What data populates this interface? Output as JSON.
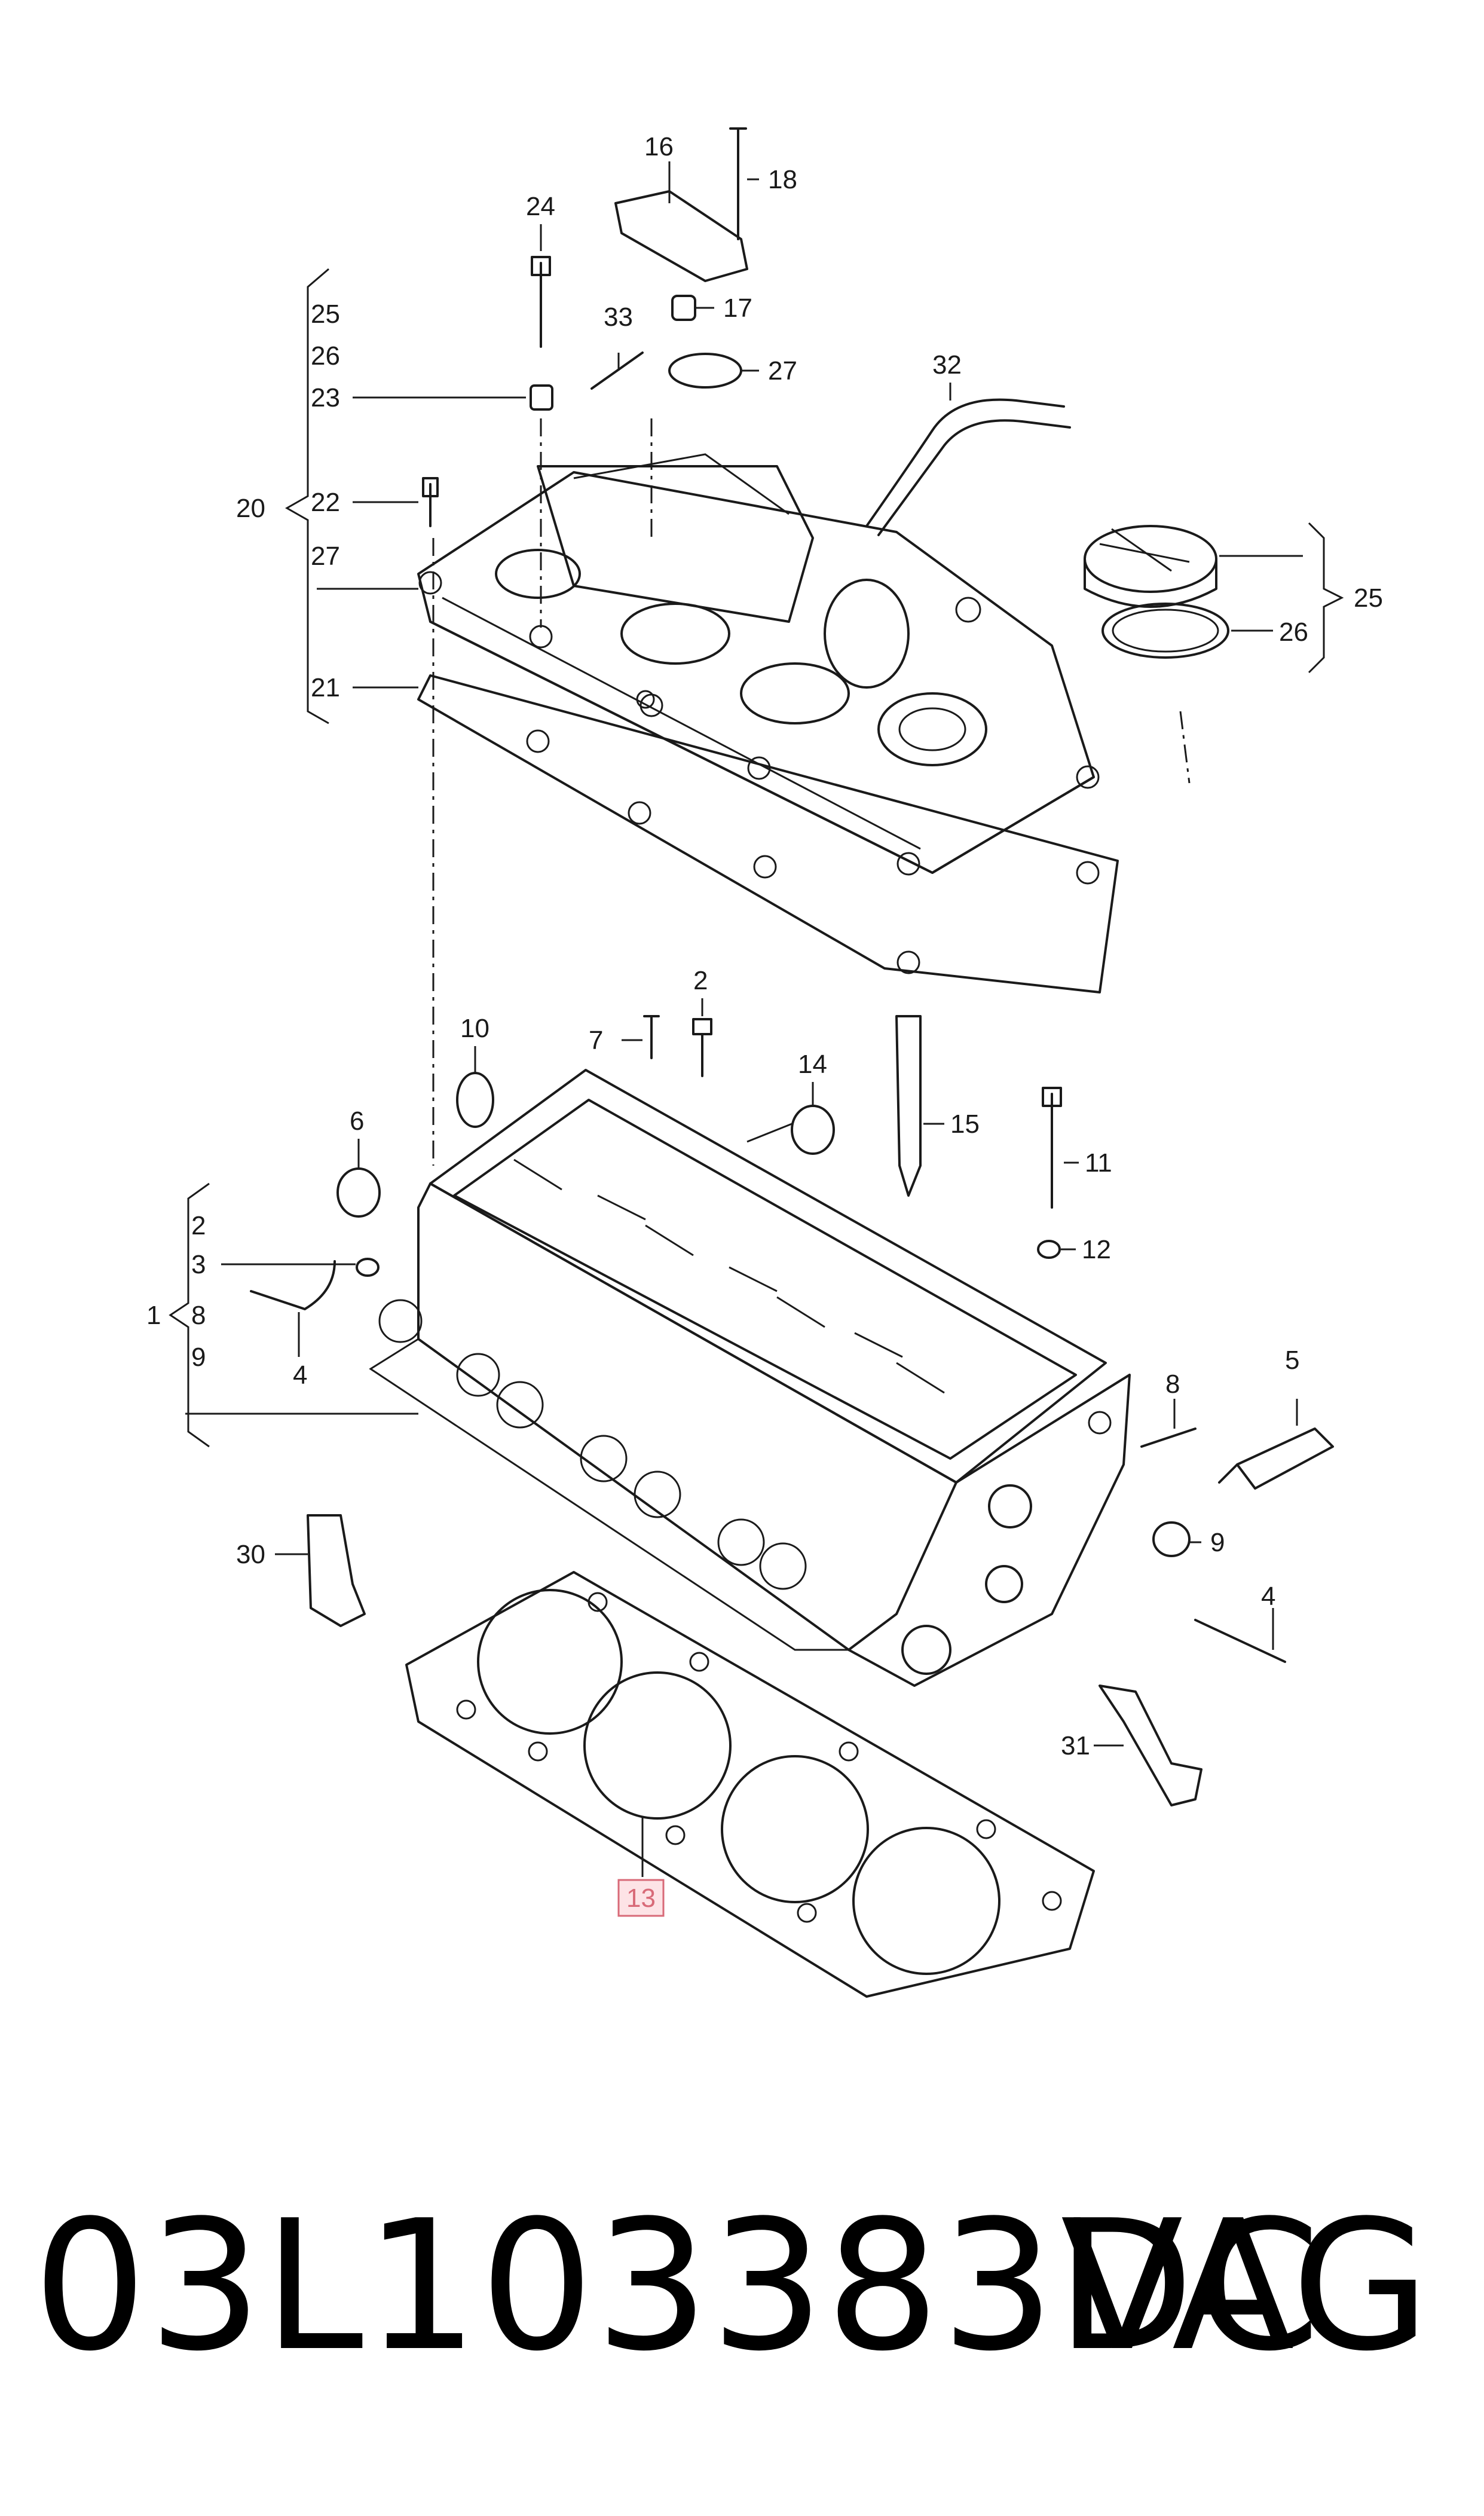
{
  "diagram": {
    "callouts": {
      "c1": "1",
      "c2_top": "2",
      "c2_left": "2",
      "c3": "3",
      "c4_left": "4",
      "c4_right": "4",
      "c5": "5",
      "c6": "6",
      "c7": "7",
      "c8_left": "8",
      "c8_right": "8",
      "c9_left": "9",
      "c9_right": "9",
      "c10": "10",
      "c11": "11",
      "c12": "12",
      "c13": "13",
      "c14": "14",
      "c15": "15",
      "c16": "16",
      "c17": "17",
      "c18": "18",
      "c20": "20",
      "c21": "21",
      "c22": "22",
      "c23": "23",
      "c24": "24",
      "c25_left": "25",
      "c25_right": "25",
      "c26_left": "26",
      "c26_right": "26",
      "c27_top": "27",
      "c27_left": "27",
      "c30": "30",
      "c31": "31",
      "c32": "32",
      "c33": "33"
    },
    "highlight_color": "#d86a78"
  },
  "footer": {
    "part_number": "03L103383DC",
    "brand": "VAG"
  }
}
